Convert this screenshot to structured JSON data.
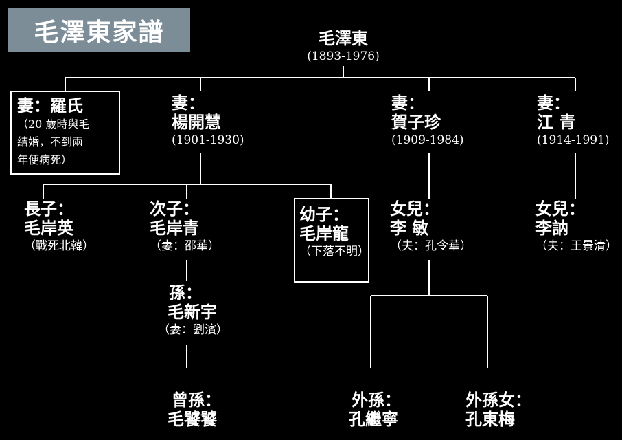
{
  "title": "毛澤東家譜",
  "root": {
    "name": "毛澤東",
    "years": "(1893-1976)"
  },
  "wives": [
    {
      "label": "妻：羅氏",
      "note1": "（20 歲時與毛",
      "note2": "結婚，不到兩",
      "note3": "年便病死）"
    },
    {
      "label": "妻：",
      "name": "楊開慧",
      "years": "(1901-1930)"
    },
    {
      "label": "妻：",
      "name": "賀子珍",
      "years": "(1909-1984)"
    },
    {
      "label": "妻：",
      "name": "江 青",
      "years": "(1914-1991)"
    }
  ],
  "children": [
    {
      "label": "長子：",
      "name": "毛岸英",
      "note": "（戰死北韓）"
    },
    {
      "label": "次子：",
      "name": "毛岸青",
      "note": "（妻：邵華）"
    },
    {
      "label": "幼子：",
      "name": "毛岸龍",
      "note": "（下落不明）"
    },
    {
      "label": "女兒：",
      "name": "李 敏",
      "note": "（夫：孔令華）"
    },
    {
      "label": "女兒：",
      "name": "李訥",
      "note": "（夫：王景清）"
    }
  ],
  "grandchildren": [
    {
      "label": "孫：",
      "name": "毛新宇",
      "note": "（妻：劉濱）"
    },
    {
      "label": "外孫：",
      "name": "孔繼寧"
    },
    {
      "label": "外孫女：",
      "name": "孔東梅"
    }
  ],
  "great_grandchildren": [
    {
      "label": "曾孫：",
      "name": "毛饕饕"
    }
  ]
}
